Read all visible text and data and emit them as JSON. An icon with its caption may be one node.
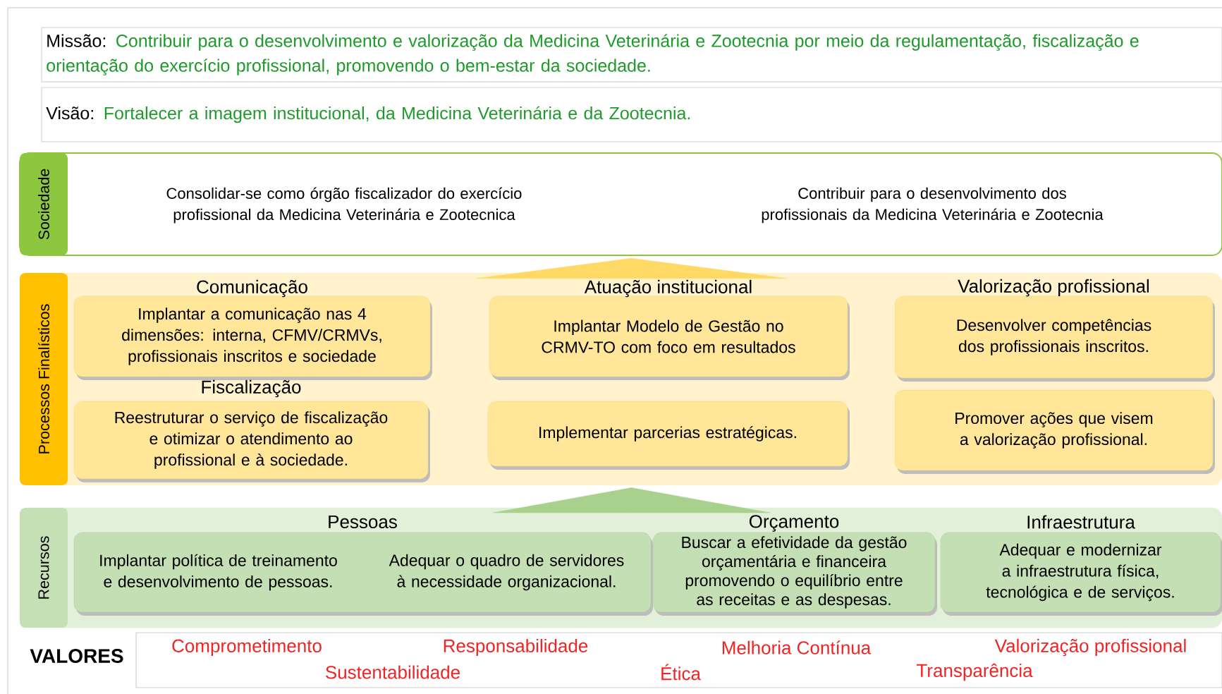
{
  "diagram": {
    "nodes": [
      {
        "text": [
          "Missão:",
          "Contribuir para o desenvolvimento e valorização da Medicina Veterinária e Zootecnia por meio da regulamentação, fiscalização e orientação do exercício profissional, promovendo o bem-estar da sociedade."
        ]
      },
      {
        "text": [
          "Visão:",
          "Fortalecer a imagem institucional, da Medicina Veterinária e da Zootecnia."
        ]
      },
      {
        "text": [
          "Sociedade",
          "Consolidar-se como órgão fiscalizador do exercício profissional da Medicina Veterinária e Zootecnica",
          "Contribuir para o desenvolvimento dos profissionais da Medicina Veterinária e Zootecnia"
        ]
      },
      {
        "text": [
          "Processos Finalísticos"
        ]
      },
      {
        "text": [
          "Comunicação",
          "Implantar a comunicação nas 4 dimensões: interna, CFMV/CRMVs, profissionais inscritos e sociedade"
        ],
        "in": 3
      },
      {
        "text": [
          "Atuação institucional",
          "Implantar Modelo de Gestão no CRMV-TO com foco em resultados"
        ],
        "in": 3
      },
      {
        "text": [
          "Valorização profissional",
          "Desenvolver competências dos profissionais inscritos."
        ],
        "in": 3
      },
      {
        "text": [
          "Fiscalização",
          "Reestruturar o serviço de fiscalização e otimizar o atendimento ao profissional e à sociedade."
        ],
        "in": 3
      },
      {
        "text": [
          "Implementar parcerias estratégicas."
        ],
        "in": 3
      },
      {
        "text": [
          "Promover ações que visem a valorização profissional."
        ],
        "in": 3
      },
      {
        "text": [
          "Recursos"
        ]
      },
      {
        "text": [
          "Pessoas",
          "Implantar política de treinamento e desenvolvimento de pessoas.",
          "Adequar o quadro de servidores à necessidade organizacional."
        ],
        "in": 10
      },
      {
        "text": [
          "Orçamento",
          "Buscar a efetividade da gestão orçamentária e financeira promovendo o equilíbrio entre as receitas e as despesas."
        ],
        "in": 10
      },
      {
        "text": [
          "Infraestrutura",
          "Adequar e modernizar a infraestrutura física, tecnológica e de serviços."
        ],
        "in": 10
      },
      {
        "text": [
          "VALORES",
          "Comprometimento",
          "Responsabilidade",
          "Melhoria Contínua",
          "Valorização profissional",
          "Sustentabilidade",
          "Ética",
          "Transparência"
        ]
      }
    ],
    "edges": [
      {
        "from": 3,
        "to": 2,
        "arrow": "to",
        "color": "#ffd966"
      },
      {
        "from": 10,
        "to": 3,
        "arrow": "to",
        "color": "#a9d18e"
      }
    ]
  }
}
